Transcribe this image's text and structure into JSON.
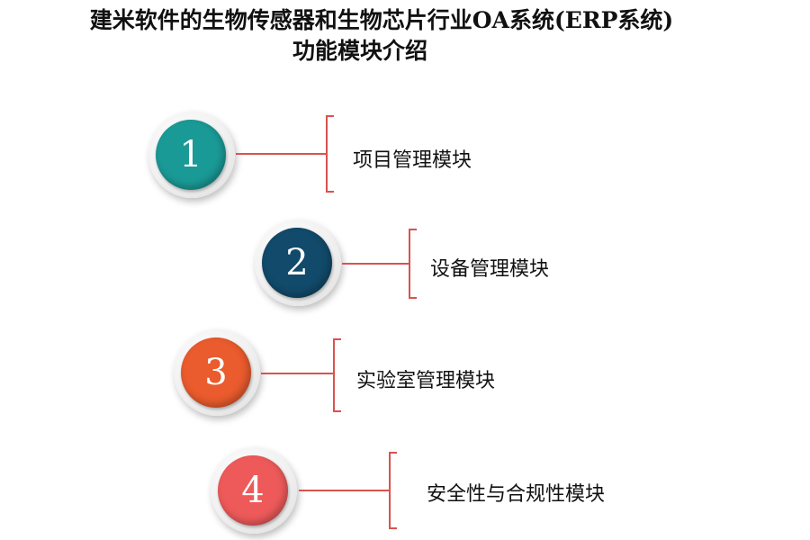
{
  "title": {
    "line1": "建米软件的生物传感器和生物芯片行业OA系统(ERP系统)",
    "line2": "功能模块介绍"
  },
  "modules": [
    {
      "number": "1",
      "label": "项目管理模块",
      "color": "#1a9a96"
    },
    {
      "number": "2",
      "label": "设备管理模块",
      "color": "#114a6a"
    },
    {
      "number": "3",
      "label": "实验室管理模块",
      "color": "#ea5b2d"
    },
    {
      "number": "4",
      "label": "安全性与合规性模块",
      "color": "#ee5a5a"
    }
  ],
  "accent_color": "#d9534f"
}
